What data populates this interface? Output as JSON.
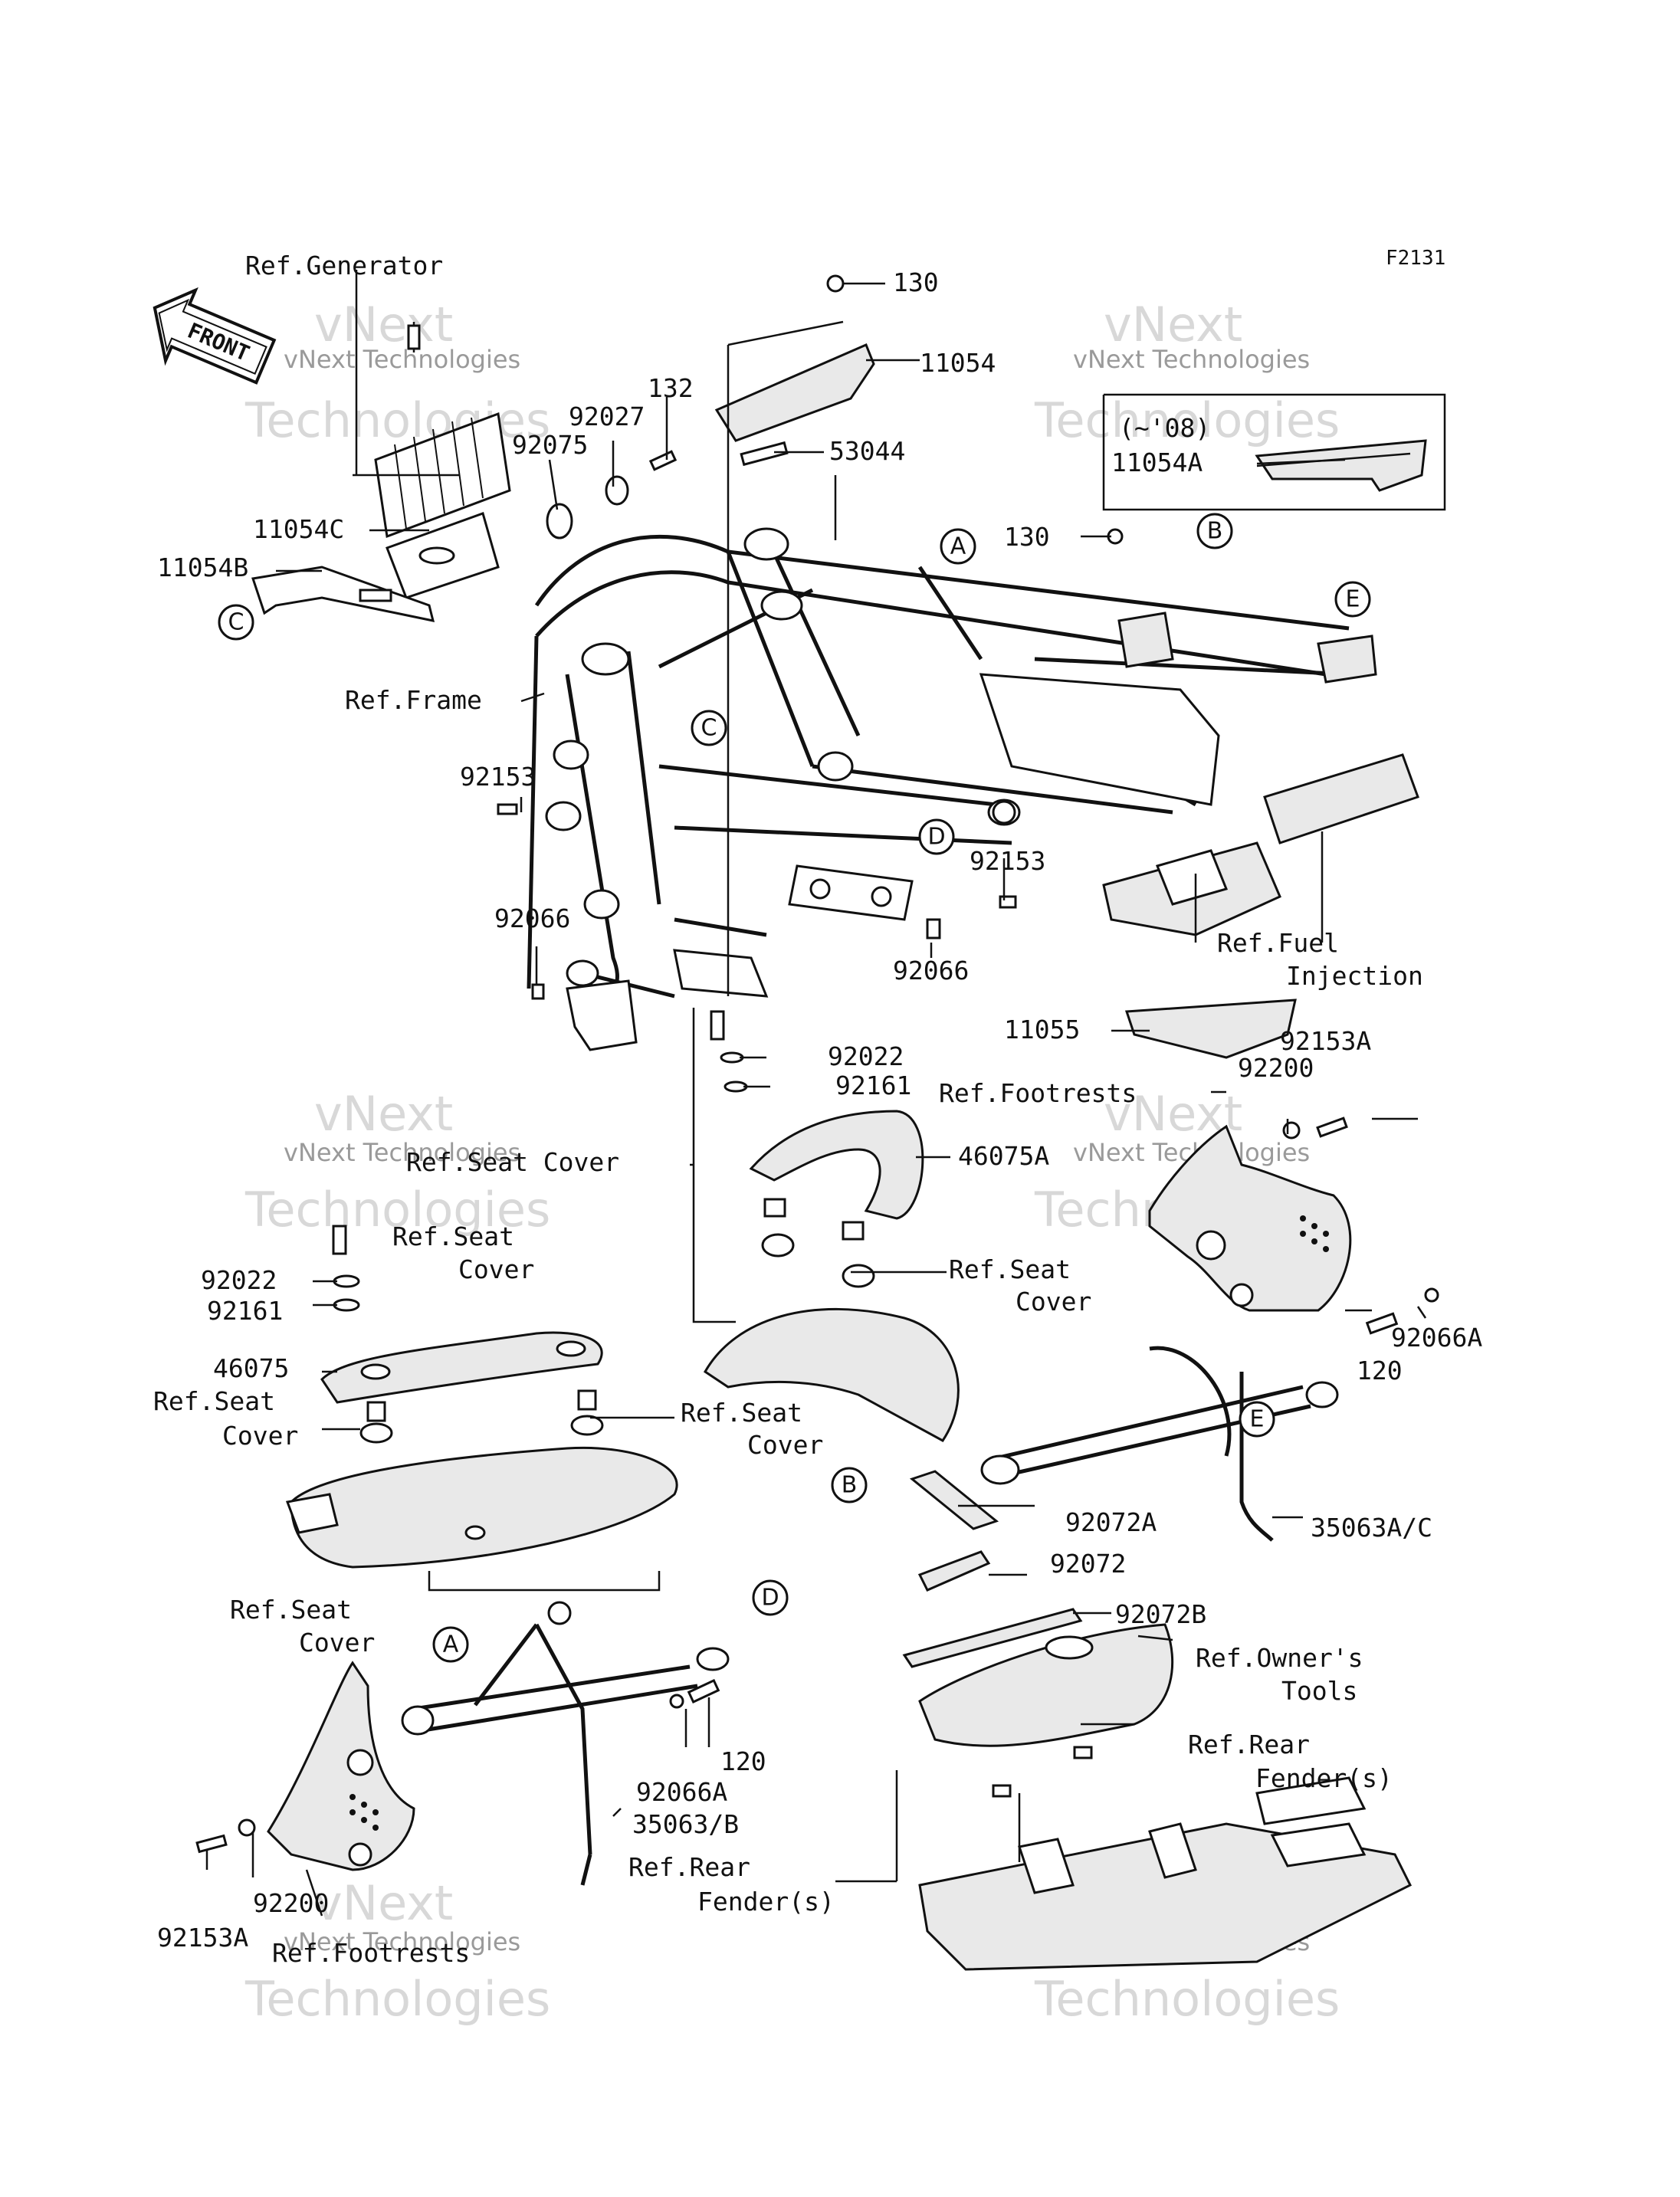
{
  "figure_code": "F2131",
  "front_label": "FRONT",
  "watermark": {
    "top": "vNext",
    "mid": "Technologies",
    "small": "vNext Technologies"
  },
  "variant_note": "(~'08)",
  "ref_marks": [
    "A",
    "B",
    "C",
    "D",
    "E"
  ],
  "labels": {
    "ref_generator": "Ref.Generator",
    "p130_top": "130",
    "p11054": "11054",
    "p132": "132",
    "p92027": "92027",
    "p92075": "92075",
    "p53044": "53044",
    "p11054A": "11054A",
    "p11054C": "11054C",
    "p11054B": "11054B",
    "p130_mid": "130",
    "ref_frame": "Ref.Frame",
    "p92153_left": "92153",
    "p92153_mid": "92153",
    "p92066_left": "92066",
    "p92066_mid": "92066",
    "ref_fuel_1": "Ref.Fuel",
    "ref_fuel_2": "Injection",
    "p11055": "11055",
    "p92022_mid": "92022",
    "p92161_mid": "92161",
    "p92153A_right": "92153A",
    "p92200_right": "92200",
    "ref_footrests_right": "Ref.Footrests",
    "ref_seat_cover_mid": "Ref.Seat Cover",
    "p46075A": "46075A",
    "ref_seat_1a": "Ref.Seat",
    "ref_seat_1b": "Cover",
    "p92022_left": "92022",
    "p92161_left": "92161",
    "p46075": "46075",
    "ref_seat_2a": "Ref.Seat",
    "ref_seat_2b": "Cover",
    "ref_seat_3a": "Ref.Seat",
    "ref_seat_3b": "Cover",
    "ref_seat_4a": "Ref.Seat",
    "ref_seat_4b": "Cover",
    "ref_seat_5a": "Ref.Seat",
    "ref_seat_5b": "Cover",
    "p92066A_right": "92066A",
    "p120_right": "120",
    "p92072A": "92072A",
    "p35063AC": "35063A/C",
    "p92072": "92072",
    "p92072B": "92072B",
    "ref_owners_1": "Ref.Owner's",
    "ref_owners_2": "Tools",
    "ref_rear_fender_r1": "Ref.Rear",
    "ref_rear_fender_r2": "Fender(s)",
    "p120_left": "120",
    "p92066A_left": "92066A",
    "p35063B": "35063/B",
    "ref_rear_fender_l1": "Ref.Rear",
    "ref_rear_fender_l2": "Fender(s)",
    "p92200_left": "92200",
    "p92153A_left": "92153A",
    "ref_footrests_left": "Ref.Footrests"
  }
}
